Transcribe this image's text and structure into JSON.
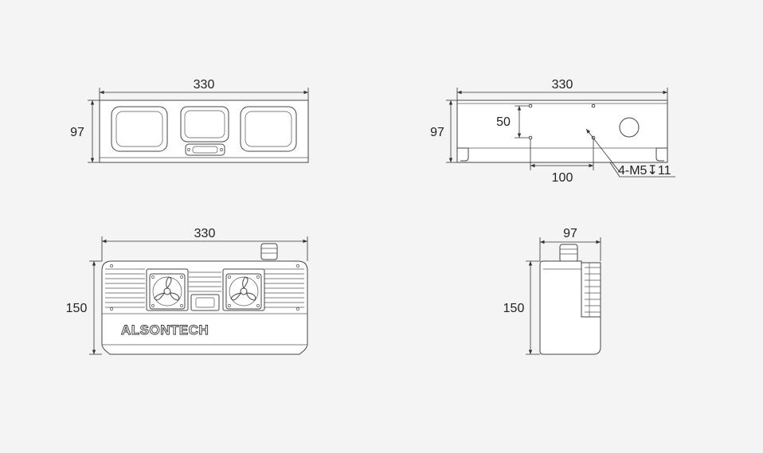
{
  "views": {
    "front": {
      "width_label": "330",
      "height_label": "97"
    },
    "side": {
      "width_label": "330",
      "height_label": "97",
      "hole_spacing_v_label": "50",
      "hole_spacing_h_label": "100",
      "hole_callout": "4-M5↧11"
    },
    "top": {
      "width_label": "330",
      "height_label": "150",
      "brand_text": "ALSONTECH"
    },
    "end": {
      "width_label": "97",
      "height_label": "150"
    }
  },
  "colors": {
    "background": "#f4f4f4",
    "line": "#444444"
  }
}
